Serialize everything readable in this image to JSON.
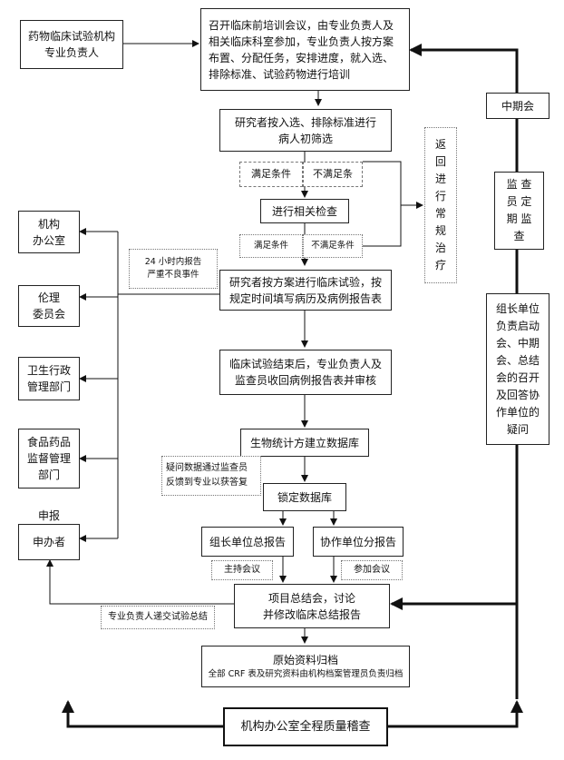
{
  "nodes": {
    "investigator": "药物临床试验机构\n专业负责人",
    "training_meeting": "召开临床前培训会议，由专业负责人及相关临床科室参加，专业负责人按方案布置、分配任务，安排进度，就入选、排除标准、试验药物进行培训",
    "screening": "研究者按入选、排除标准进行\n病人初筛选",
    "meets_1": "满足条件",
    "not_meets_1": "不满足条",
    "related_exam": "进行相关检查",
    "meets_2": "满足条件",
    "not_meets_2": "不满足条件",
    "return_routine": "返\n回\n进\n行\n常\n规\n治\n疗",
    "sae_report": "24 小时内报告\n严重不良事件",
    "conduct_trial": "研究者按方案进行临床试验，按\n规定时间填写病历及病例报告表",
    "trial_end": "临床试验结束后，专业负责人及\n监查员收回病例报告表并审核",
    "database": "生物统计方建立数据库",
    "query_feedback": "疑问数据通过监查员\n反馈到专业以获答复",
    "lock_db": "锁定数据库",
    "lead_report": "组长单位总报告",
    "coop_report": "协作单位分报告",
    "host_meeting": "主持会议",
    "attend_meeting": "参加会议",
    "summary_meeting": "项目总结会，讨论\n并修改临床总结报告",
    "submit_summary": "专业负责人递交试验总结",
    "archive": "原始资料归档",
    "archive_note": "全部 CRF 表及研究资料由机构档案管理员负责归档",
    "qc": "机构办公室全程质量稽查",
    "midterm": "中期会",
    "monitor": "监 查\n员 定\n期 监\n查",
    "lead_unit": "组长单位\n负责启动\n会、中期\n会、总结\n会的召开\n及回答协\n作单位的\n疑问",
    "org_office": "机构\n办公室",
    "ethics": "伦理\n委员会",
    "health_admin": "卫生行政\n管理部门",
    "fda": "食品药品\n监督管理\n部门",
    "declare": "申报",
    "sponsor": "申办者"
  }
}
